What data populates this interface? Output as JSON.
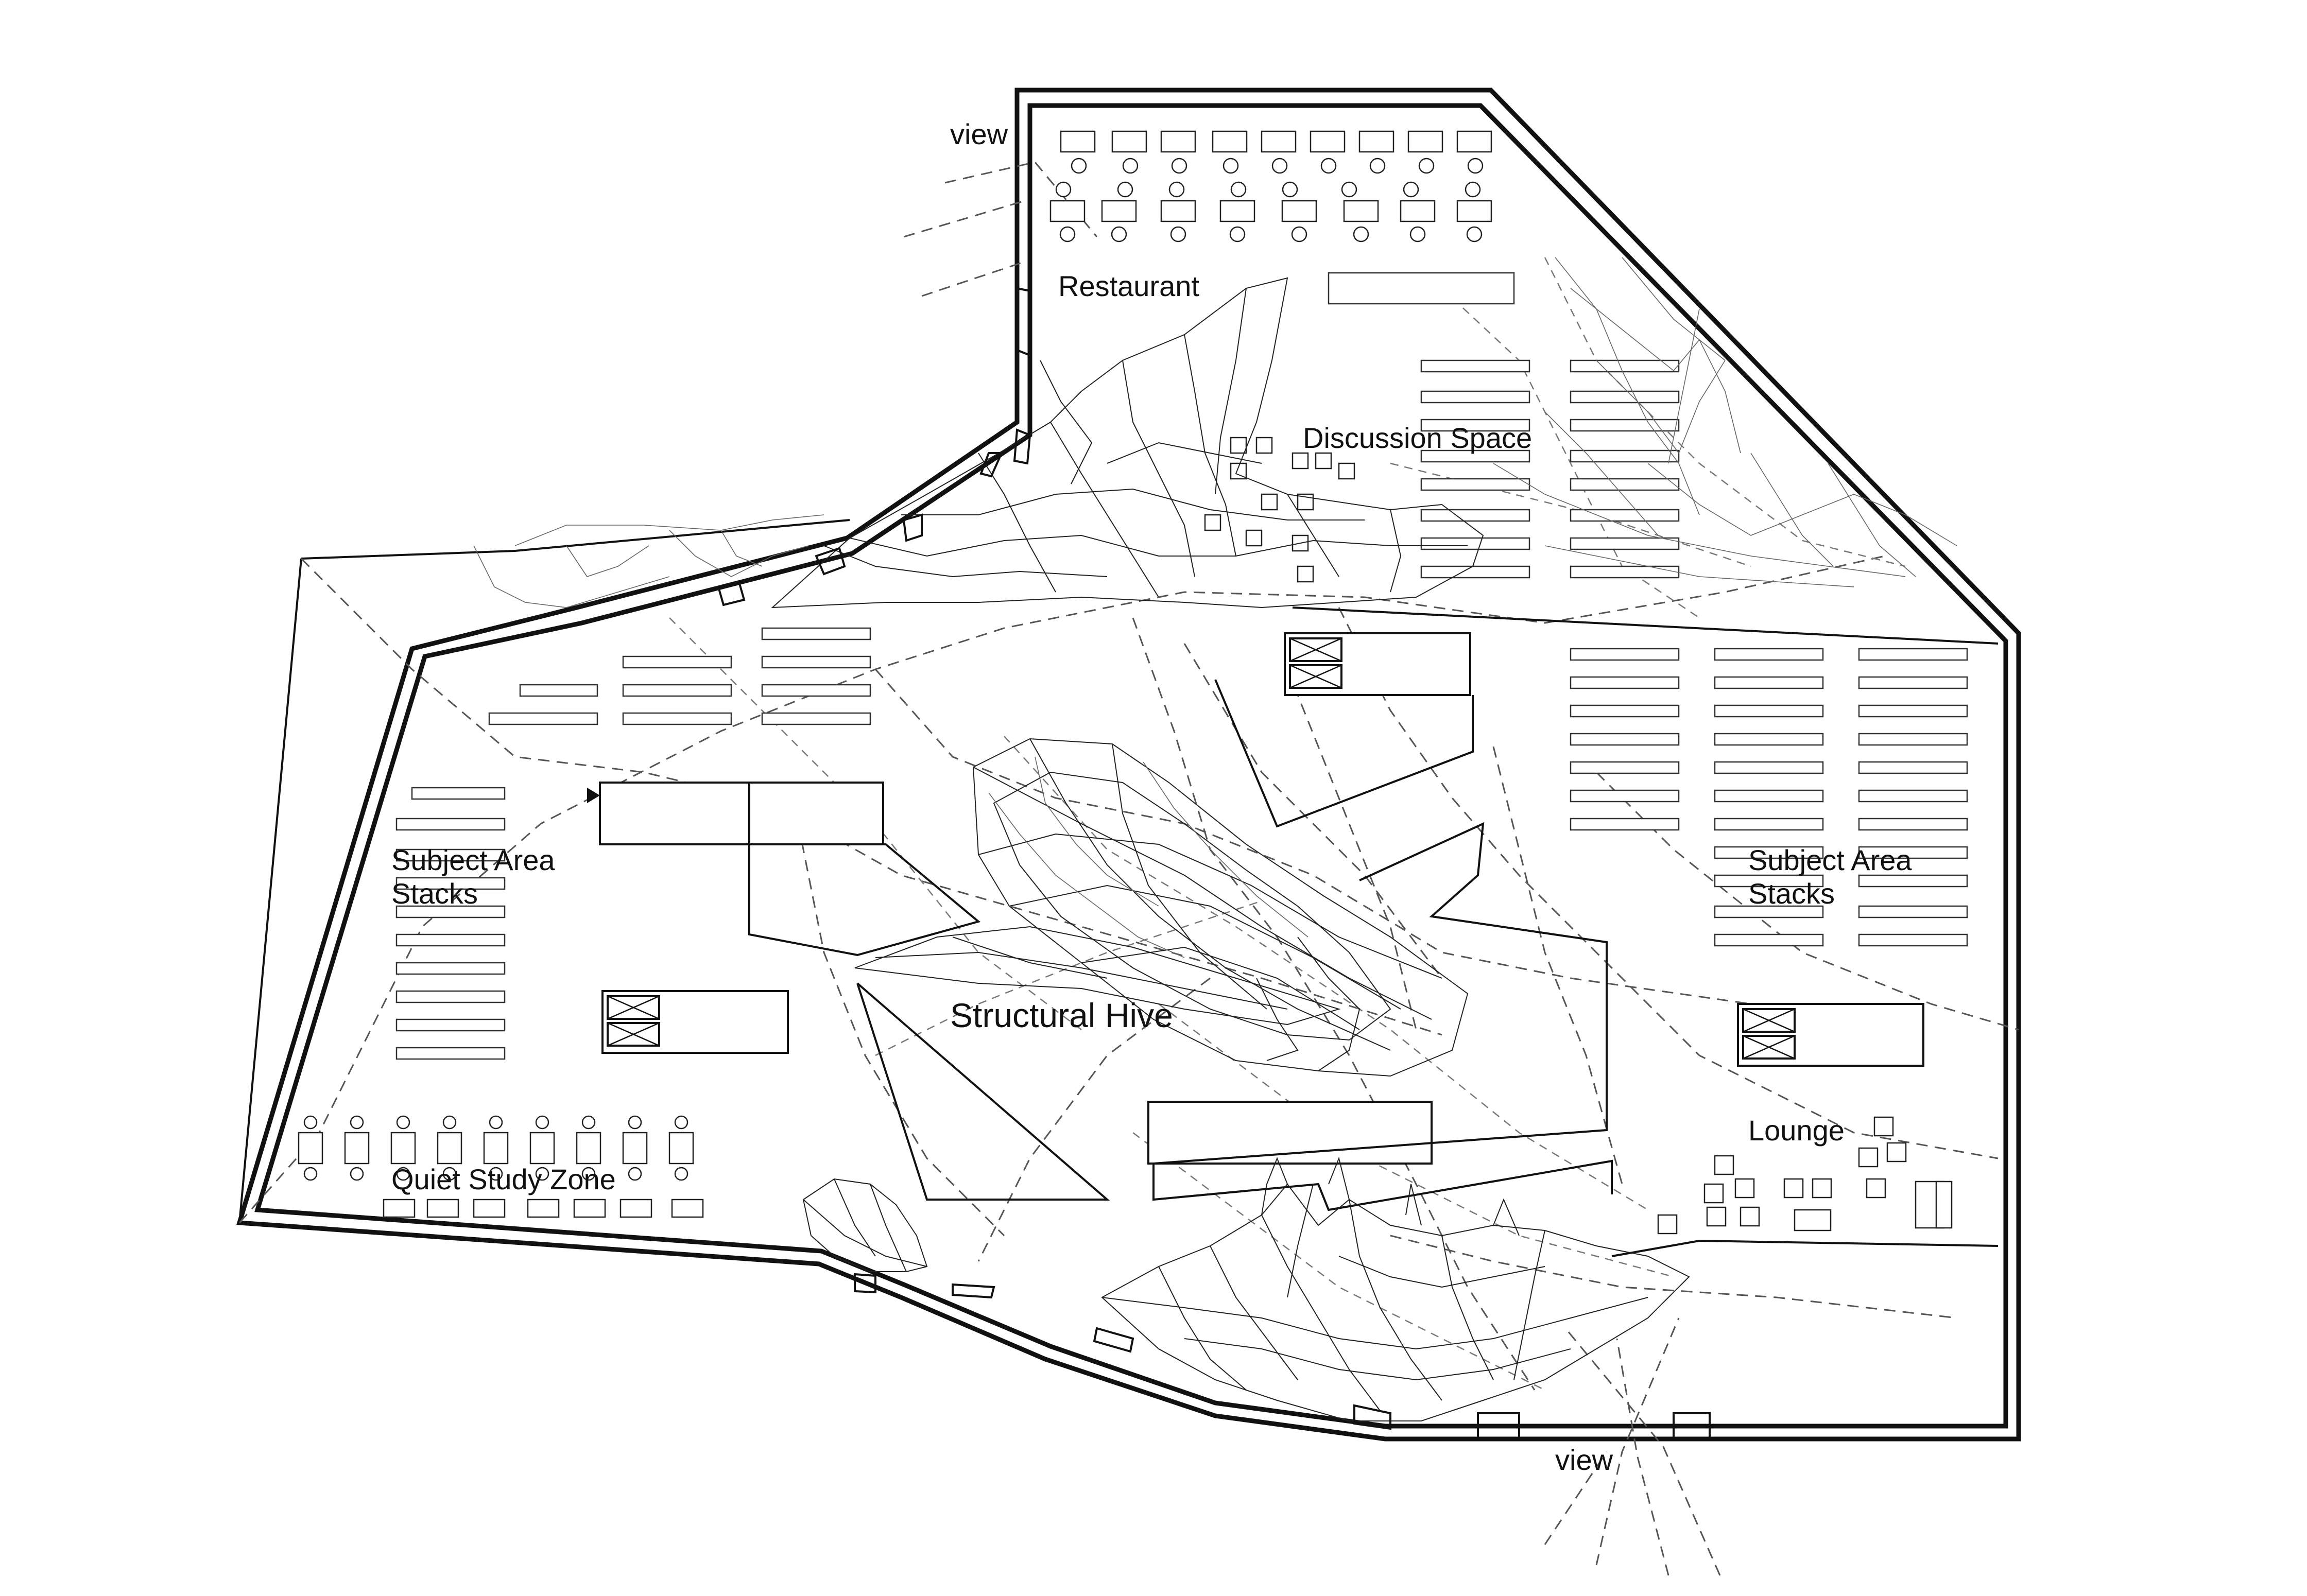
{
  "diagram": {
    "labels": {
      "view_top": "view",
      "view_bottom": "view",
      "restaurant": "Restaurant",
      "discussion_space": "Discussion Space",
      "subject_area_left_line1": "Subject Area",
      "subject_area_left_line2": "Stacks",
      "subject_area_right_line1": "Subject Area",
      "subject_area_right_line2": "Stacks",
      "structural_hive": "Structural Hive",
      "lounge": "Lounge",
      "quiet_study_zone": "Quiet Study Zone"
    },
    "colors": {
      "line": "#111111",
      "dashed": "#555555",
      "background": "#ffffff"
    }
  }
}
